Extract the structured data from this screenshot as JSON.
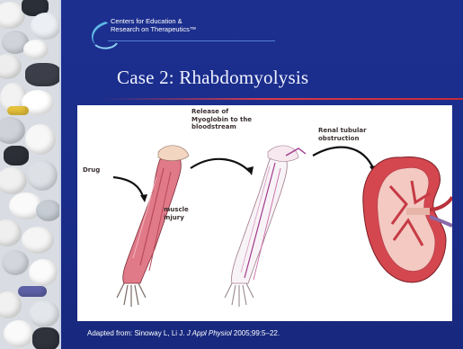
{
  "logo": {
    "line1": "Centers for Education &",
    "line2": "Research on Therapeutics™"
  },
  "title": "Case 2:  Rhabdomyolysis",
  "figure": {
    "label_drug": "Drug",
    "label_muscle_injury": "muscle\ninjury",
    "label_release": "Release of\nMyoglobin to the\nbloodstream",
    "label_renal": "Renal tubular\nobstruction"
  },
  "caption": {
    "prefix": "Adapted from: Sinoway L, Li J. ",
    "journal": "J Appl Physiol",
    "suffix": " 2005;99:5–22."
  },
  "colors": {
    "background": "#1c2f8f",
    "title_rule": "#d63a4c",
    "muscle": "#d96a7a",
    "kidney": "#d5474f"
  }
}
